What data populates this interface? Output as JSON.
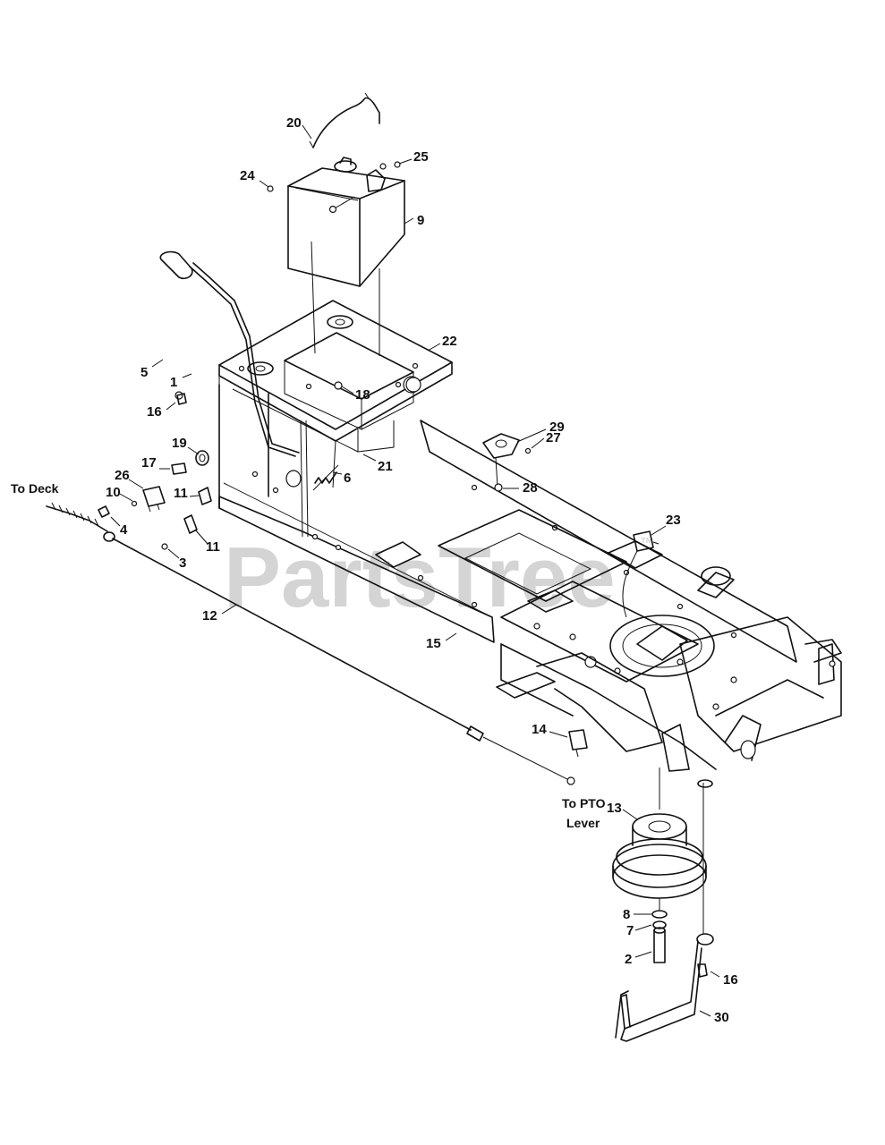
{
  "watermark": {
    "text": "PartsTree",
    "trademark": "™"
  },
  "notes": {
    "to_deck": "To Deck",
    "to_pto_line1": "To PTO",
    "to_pto_line2": "Lever"
  },
  "callouts": [
    {
      "id": "c20",
      "label": "20"
    },
    {
      "id": "c25",
      "label": "25"
    },
    {
      "id": "c24",
      "label": "24"
    },
    {
      "id": "c9",
      "label": "9"
    },
    {
      "id": "c22",
      "label": "22"
    },
    {
      "id": "c5",
      "label": "5"
    },
    {
      "id": "c1",
      "label": "1"
    },
    {
      "id": "c18",
      "label": "18"
    },
    {
      "id": "c16a",
      "label": "16"
    },
    {
      "id": "c29",
      "label": "29"
    },
    {
      "id": "c27",
      "label": "27"
    },
    {
      "id": "c19",
      "label": "19"
    },
    {
      "id": "c21",
      "label": "21"
    },
    {
      "id": "c17",
      "label": "17"
    },
    {
      "id": "c6",
      "label": "6"
    },
    {
      "id": "c26",
      "label": "26"
    },
    {
      "id": "c28",
      "label": "28"
    },
    {
      "id": "c10",
      "label": "10"
    },
    {
      "id": "c11a",
      "label": "11"
    },
    {
      "id": "c4",
      "label": "4"
    },
    {
      "id": "c23",
      "label": "23"
    },
    {
      "id": "c11b",
      "label": "11"
    },
    {
      "id": "c3",
      "label": "3"
    },
    {
      "id": "c12",
      "label": "12"
    },
    {
      "id": "c15",
      "label": "15"
    },
    {
      "id": "c14",
      "label": "14"
    },
    {
      "id": "c13",
      "label": "13"
    },
    {
      "id": "c8",
      "label": "8"
    },
    {
      "id": "c7",
      "label": "7"
    },
    {
      "id": "c2",
      "label": "2"
    },
    {
      "id": "c16b",
      "label": "16"
    },
    {
      "id": "c30",
      "label": "30"
    }
  ]
}
